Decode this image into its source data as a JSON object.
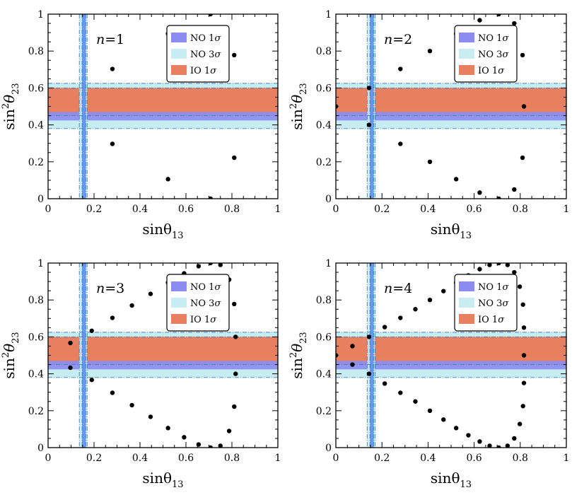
{
  "colors": {
    "no1": "#8b8cf2",
    "no3": "#c7ecf1",
    "io1": "#e8805f",
    "axis": "#000000",
    "dash": "#3a7fc4"
  },
  "legend": {
    "no1": {
      "main": "NO 1",
      "sym": "σ"
    },
    "no3": {
      "main": "NO 3",
      "sym": "σ"
    },
    "io1": {
      "main": "IO 1",
      "sym": "σ"
    }
  },
  "chart_data": [
    {
      "type": "scatter",
      "panel_label": {
        "var": "n",
        "eq": "=1"
      },
      "xlabel": {
        "main": "sinθ",
        "sub": "13"
      },
      "ylabel": {
        "main": "sin",
        "sup": "2",
        "theta": "θ",
        "sub": "23"
      },
      "xlim": [
        0,
        1
      ],
      "ylim": [
        0,
        1
      ],
      "xticks": [
        "0",
        "0.2",
        "0.4",
        "0.6",
        "0.8",
        "1"
      ],
      "yticks": [
        "0",
        "0.2",
        "0.4",
        "0.6",
        "0.8",
        "1"
      ],
      "bands": {
        "no1_sin13": [
          0.148,
          0.164
        ],
        "no3_sin13": [
          0.136,
          0.17
        ],
        "no1_sin2_23": [
          0.424,
          0.47
        ],
        "no3_sin2_23": [
          0.38,
          0.625
        ],
        "io1_sin2_23": [
          0.45,
          0.6
        ]
      },
      "points": [
        [
          0.522,
          0.894
        ],
        [
          0.28,
          0.703
        ],
        [
          0.707,
          1.0
        ],
        [
          0.81,
          0.778
        ],
        [
          0.28,
          0.297
        ],
        [
          0.522,
          0.106
        ],
        [
          0.81,
          0.222
        ],
        [
          0.707,
          0.0
        ]
      ]
    },
    {
      "type": "scatter",
      "panel_label": {
        "var": "n",
        "eq": "=2"
      },
      "xlabel": {
        "main": "sinθ",
        "sub": "13"
      },
      "ylabel": {
        "main": "sin",
        "sup": "2",
        "theta": "θ",
        "sub": "23"
      },
      "xlim": [
        0,
        1
      ],
      "ylim": [
        0,
        1
      ],
      "xticks": [
        "0",
        "0.2",
        "0.4",
        "0.6",
        "0.8",
        "1"
      ],
      "yticks": [
        "0",
        "0.2",
        "0.4",
        "0.6",
        "0.8",
        "1"
      ],
      "bands": {
        "no1_sin13": [
          0.148,
          0.164
        ],
        "no3_sin13": [
          0.136,
          0.17
        ],
        "no1_sin2_23": [
          0.424,
          0.47
        ],
        "no3_sin2_23": [
          0.38,
          0.625
        ],
        "io1_sin2_23": [
          0.45,
          0.6
        ]
      },
      "points": [
        [
          0.0,
          0.5
        ],
        [
          0.144,
          0.6
        ],
        [
          0.144,
          0.4
        ],
        [
          0.28,
          0.703
        ],
        [
          0.408,
          0.8
        ],
        [
          0.522,
          0.894
        ],
        [
          0.624,
          0.967
        ],
        [
          0.707,
          1.0
        ],
        [
          0.774,
          0.95
        ],
        [
          0.81,
          0.778
        ],
        [
          0.816,
          0.5
        ],
        [
          0.81,
          0.222
        ],
        [
          0.774,
          0.05
        ],
        [
          0.707,
          0.0
        ],
        [
          0.624,
          0.033
        ],
        [
          0.522,
          0.106
        ],
        [
          0.408,
          0.2
        ],
        [
          0.28,
          0.297
        ]
      ]
    },
    {
      "type": "scatter",
      "panel_label": {
        "var": "n",
        "eq": "=3"
      },
      "xlabel": {
        "main": "sinθ",
        "sub": "13"
      },
      "ylabel": {
        "main": "sin",
        "sup": "2",
        "theta": "θ",
        "sub": "23"
      },
      "xlim": [
        0,
        1
      ],
      "ylim": [
        0,
        1
      ],
      "xticks": [
        "0",
        "0.2",
        "0.4",
        "0.6",
        "0.8",
        "1"
      ],
      "yticks": [
        "0",
        "0.2",
        "0.4",
        "0.6",
        "0.8",
        "1"
      ],
      "bands": {
        "no1_sin13": [
          0.148,
          0.164
        ],
        "no3_sin13": [
          0.136,
          0.17
        ],
        "no1_sin2_23": [
          0.424,
          0.47
        ],
        "no3_sin2_23": [
          0.38,
          0.625
        ],
        "io1_sin2_23": [
          0.45,
          0.6
        ]
      },
      "points": [
        [
          0.097,
          0.567
        ],
        [
          0.097,
          0.433
        ],
        [
          0.19,
          0.633
        ],
        [
          0.19,
          0.367
        ],
        [
          0.28,
          0.703
        ],
        [
          0.28,
          0.297
        ],
        [
          0.365,
          0.77
        ],
        [
          0.365,
          0.23
        ],
        [
          0.446,
          0.833
        ],
        [
          0.446,
          0.167
        ],
        [
          0.522,
          0.894
        ],
        [
          0.522,
          0.106
        ],
        [
          0.592,
          0.944
        ],
        [
          0.592,
          0.056
        ],
        [
          0.655,
          0.983
        ],
        [
          0.655,
          0.017
        ],
        [
          0.707,
          1.0
        ],
        [
          0.707,
          0.0
        ],
        [
          0.75,
          0.99
        ],
        [
          0.75,
          0.01
        ],
        [
          0.788,
          0.91
        ],
        [
          0.788,
          0.09
        ],
        [
          0.81,
          0.778
        ],
        [
          0.81,
          0.222
        ],
        [
          0.816,
          0.6
        ],
        [
          0.816,
          0.4
        ]
      ]
    },
    {
      "type": "scatter",
      "panel_label": {
        "var": "n",
        "eq": "=4"
      },
      "xlabel": {
        "main": "sinθ",
        "sub": "13"
      },
      "ylabel": {
        "main": "sin",
        "sup": "2",
        "theta": "θ",
        "sub": "23"
      },
      "xlim": [
        0,
        1
      ],
      "ylim": [
        0,
        1
      ],
      "xticks": [
        "0",
        "0.2",
        "0.4",
        "0.6",
        "0.8",
        "1"
      ],
      "yticks": [
        "0",
        "0.2",
        "0.4",
        "0.6",
        "0.8",
        "1"
      ],
      "bands": {
        "no1_sin13": [
          0.148,
          0.164
        ],
        "no3_sin13": [
          0.136,
          0.17
        ],
        "no1_sin2_23": [
          0.424,
          0.47
        ],
        "no3_sin2_23": [
          0.38,
          0.625
        ],
        "io1_sin2_23": [
          0.45,
          0.6
        ]
      },
      "points": [
        [
          0.0,
          0.5
        ],
        [
          0.072,
          0.55
        ],
        [
          0.072,
          0.45
        ],
        [
          0.144,
          0.6
        ],
        [
          0.144,
          0.4
        ],
        [
          0.212,
          0.653
        ],
        [
          0.212,
          0.347
        ],
        [
          0.28,
          0.703
        ],
        [
          0.28,
          0.297
        ],
        [
          0.345,
          0.75
        ],
        [
          0.345,
          0.25
        ],
        [
          0.408,
          0.8
        ],
        [
          0.408,
          0.2
        ],
        [
          0.467,
          0.848
        ],
        [
          0.467,
          0.152
        ],
        [
          0.522,
          0.894
        ],
        [
          0.522,
          0.106
        ],
        [
          0.575,
          0.933
        ],
        [
          0.575,
          0.067
        ],
        [
          0.624,
          0.967
        ],
        [
          0.624,
          0.033
        ],
        [
          0.667,
          0.99
        ],
        [
          0.667,
          0.01
        ],
        [
          0.707,
          1.0
        ],
        [
          0.707,
          0.0
        ],
        [
          0.745,
          0.99
        ],
        [
          0.745,
          0.01
        ],
        [
          0.774,
          0.95
        ],
        [
          0.774,
          0.05
        ],
        [
          0.798,
          0.872
        ],
        [
          0.798,
          0.128
        ],
        [
          0.812,
          0.775
        ],
        [
          0.812,
          0.225
        ],
        [
          0.816,
          0.65
        ],
        [
          0.816,
          0.35
        ],
        [
          0.816,
          0.5
        ]
      ]
    }
  ]
}
